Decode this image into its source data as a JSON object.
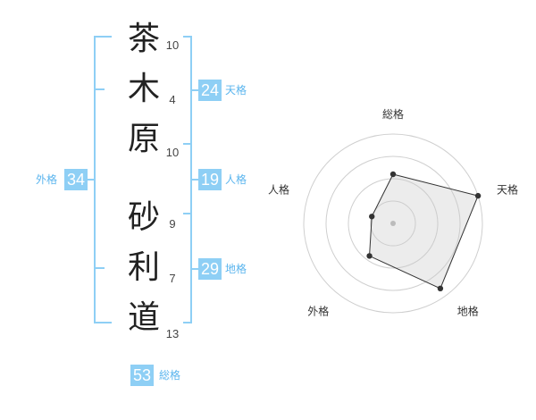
{
  "name": {
    "chars": [
      {
        "char": "茶",
        "strokes": "10"
      },
      {
        "char": "木",
        "strokes": "4"
      },
      {
        "char": "原",
        "strokes": "10"
      },
      {
        "char": "砂",
        "strokes": "9"
      },
      {
        "char": "利",
        "strokes": "7"
      },
      {
        "char": "道",
        "strokes": "13"
      }
    ]
  },
  "fortune": {
    "tenkaku": {
      "value": "24",
      "label": "天格"
    },
    "jinkaku": {
      "value": "19",
      "label": "人格"
    },
    "chikaku": {
      "value": "29",
      "label": "地格"
    },
    "gaikaku": {
      "value": "34",
      "label": "外格"
    },
    "soukaku": {
      "value": "53",
      "label": "総格"
    }
  },
  "colors": {
    "accent": "#8ecff5",
    "label": "#5bb5ee"
  },
  "chart_data": {
    "type": "radar",
    "axes": [
      "総格",
      "天格",
      "地格",
      "外格",
      "人格"
    ],
    "values": [
      0.55,
      1.0,
      0.9,
      0.45,
      0.25
    ],
    "rings": 4,
    "grid": true
  }
}
